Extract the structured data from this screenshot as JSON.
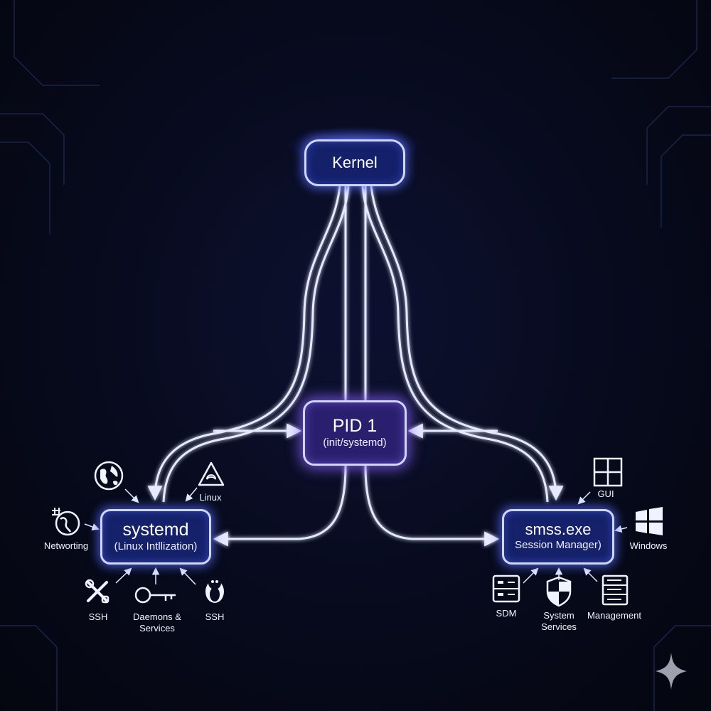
{
  "nodes": {
    "kernel": {
      "title": "Kernel"
    },
    "pid1": {
      "title": "PID 1",
      "subtitle": "(init/systemd)"
    },
    "systemd": {
      "title": "systemd",
      "subtitle": "(Linux Intllization)"
    },
    "smss": {
      "title": "smss.exe",
      "subtitle": "Session Manager)"
    }
  },
  "linux_satellites": [
    {
      "label": "",
      "icon": "globe-icon"
    },
    {
      "label": "Linux",
      "icon": "linux-logo-icon"
    },
    {
      "label": "Networting",
      "icon": "network-icon"
    },
    {
      "label": "SSH",
      "icon": "tools-icon"
    },
    {
      "label": "Daemons &\nServices",
      "icon": "key-icon"
    },
    {
      "label": "SSH",
      "icon": "penguin-icon"
    }
  ],
  "windows_satellites": [
    {
      "label": "GUI",
      "icon": "window-grid-icon"
    },
    {
      "label": "Windows",
      "icon": "windows-logo-icon"
    },
    {
      "label": "SDM",
      "icon": "server-box-icon"
    },
    {
      "label": "System\nServices",
      "icon": "shield-icon"
    },
    {
      "label": "Management",
      "icon": "server-rack-icon"
    }
  ],
  "colors": {
    "background": "#070a1c",
    "line": "#e6eaff",
    "glow": "#5a6eff",
    "node_fill": "#15216a",
    "pid_fill": "#2a1f6e"
  }
}
